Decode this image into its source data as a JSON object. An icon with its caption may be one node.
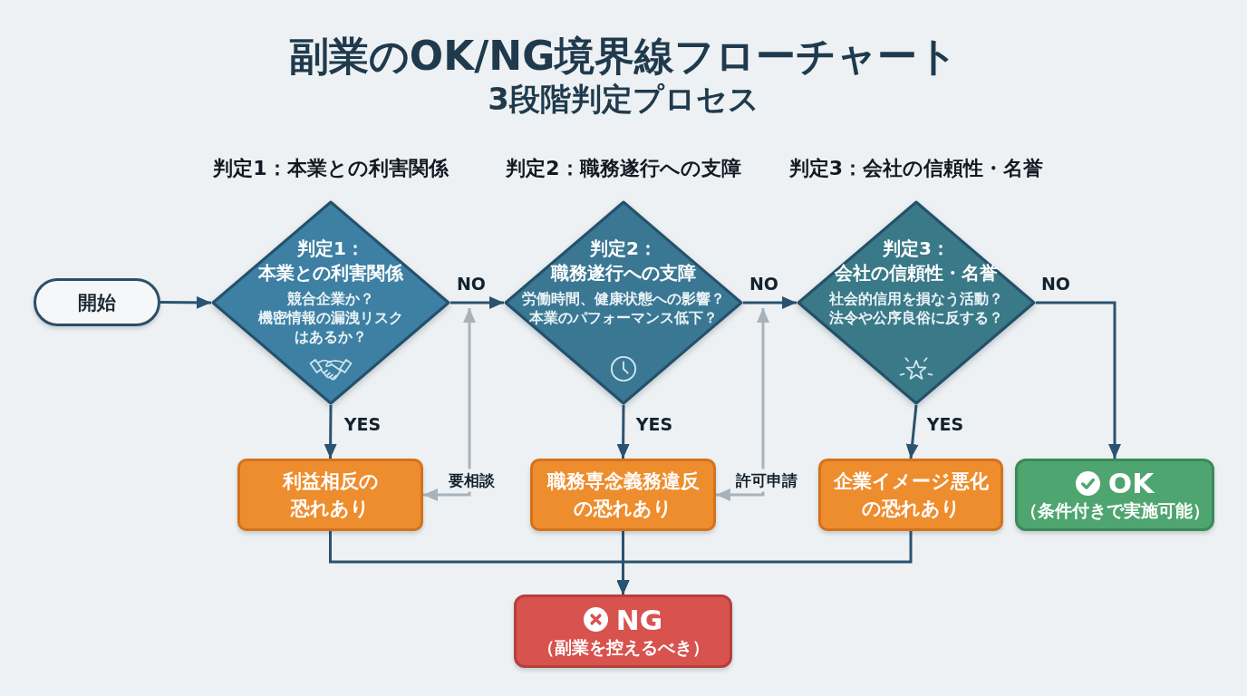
{
  "diagram": {
    "title": "副業のOK/NG境界線フローチャート",
    "nodes": [
      {
        "text": [
          "開始"
        ]
      },
      {
        "text": [
          "判定1：本業との利害関係",
          "競合企業か？機密情報の漏洩リスクはあるか？"
        ],
        "beside": [
          "判定1：本業との利害関係"
        ]
      },
      {
        "text": [
          "判定2：職務遂行への支障",
          "労働時間、健康状態への影響？本業のパフォーマンス低下？"
        ],
        "beside": [
          "判定2：職務遂行への支障"
        ]
      },
      {
        "text": [
          "判定3：会社の信頼性・名誉",
          "社会的信用を損なう活動？法令や公序良俗に反する？"
        ],
        "beside": [
          "判定3：会社の信頼性・名誉"
        ]
      },
      {
        "text": [
          "利益相反の恐れあり"
        ]
      },
      {
        "text": [
          "職務専念義務違反の恐れあり"
        ]
      },
      {
        "text": [
          "企業イメージ悪化の恐れあり"
        ]
      },
      {
        "text": [
          "OK",
          "（条件付きで実施可能）"
        ]
      },
      {
        "text": [
          "NG",
          "（副業を控えるべき）"
        ]
      }
    ],
    "edges": [
      {
        "from": 0,
        "to": 1,
        "arrow": "to"
      },
      {
        "from": 1,
        "to": 2,
        "arrow": "to",
        "label": "NO"
      },
      {
        "from": 2,
        "to": 3,
        "arrow": "to",
        "label": "NO"
      },
      {
        "from": 3,
        "to": 7,
        "arrow": "to",
        "label": "NO"
      },
      {
        "from": 1,
        "to": 4,
        "arrow": "to",
        "label": "YES"
      },
      {
        "from": 2,
        "to": 5,
        "arrow": "to",
        "label": "YES"
      },
      {
        "from": 3,
        "to": 6,
        "arrow": "to",
        "label": "YES"
      },
      {
        "from": 1,
        "to": 4,
        "arrow": "both",
        "label": "要相談",
        "color": "#a7b3bc"
      },
      {
        "from": 2,
        "to": 5,
        "arrow": "both",
        "label": "許可申請",
        "color": "#a7b3bc"
      },
      {
        "from": 4,
        "to": 8,
        "arrow": "to"
      },
      {
        "from": 5,
        "to": 8,
        "arrow": "to"
      },
      {
        "from": 6,
        "to": 8,
        "arrow": "to"
      }
    ],
    "labels": [
      "3段階判定プロセス"
    ]
  }
}
